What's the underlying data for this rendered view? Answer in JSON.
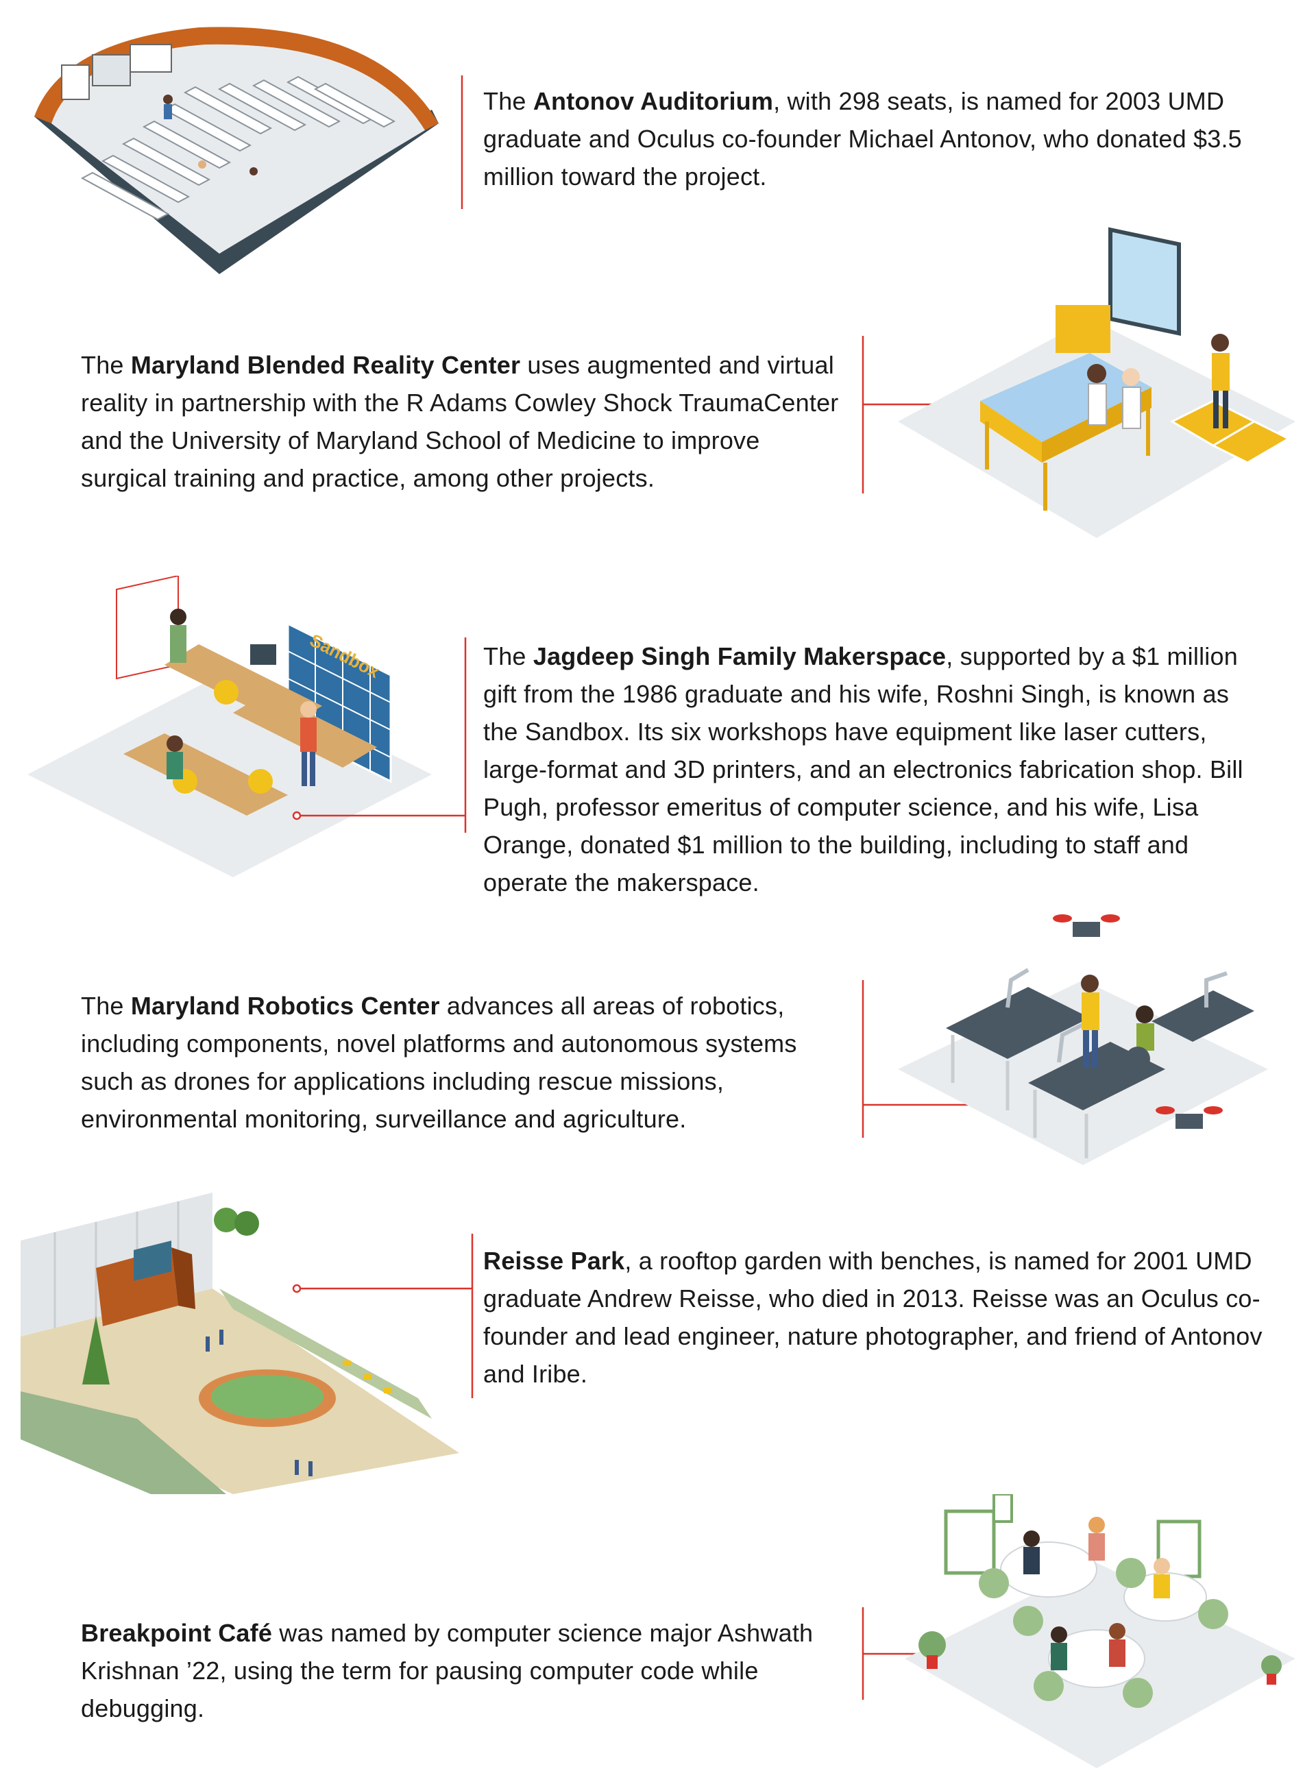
{
  "accent_color": "#d9342b",
  "sections": [
    {
      "name": "Antonov Auditorium",
      "text": ", with 298 seats, is named for 2003 UMD graduate and Oculus co-founder Michael Antonov, who donated $3.5 million toward the project."
    },
    {
      "name": "Maryland Blended Reality Center",
      "text": " uses augmented and virtual reality in partnership with the R Adams Cowley Shock TraumaCenter and the University of Maryland School of Medicine to improve surgical training and practice, among other projects."
    },
    {
      "prefix": "The ",
      "name": "Jagdeep Singh Family Makerspace",
      "text": ", supported by a $1 million gift from the 1986 graduate and his wife, Roshni Singh, is known as the Sandbox. Its six workshops have equipment like laser cutters, large-format and 3D printers, and an electronics fabrication shop. Bill Pugh, professor emeritus of computer science, and his wife, Lisa Orange, donated $1 million to the building, including to staff and operate the makerspace."
    },
    {
      "prefix": "The ",
      "name": "Maryland Robotics Center",
      "text": " advances all areas of robotics, including components, novel platforms and autonomous systems such as drones for applications including rescue missions, environmental monitoring, surveillance and agriculture."
    },
    {
      "name": "Reisse Park",
      "text": ", a rooftop garden with benches, is named for 2001 UMD graduate Andrew Reisse, who died in 2013. Reisse was an Oculus co-founder and lead engineer, nature photographer, and friend of Antonov and Iribe."
    },
    {
      "name": "Breakpoint Café",
      "text": " was named by computer science major Ashwath Krishnan ’22, using the term for pausing computer code while debugging."
    }
  ],
  "sign_text": "Sandbox",
  "prefix_the": "The "
}
